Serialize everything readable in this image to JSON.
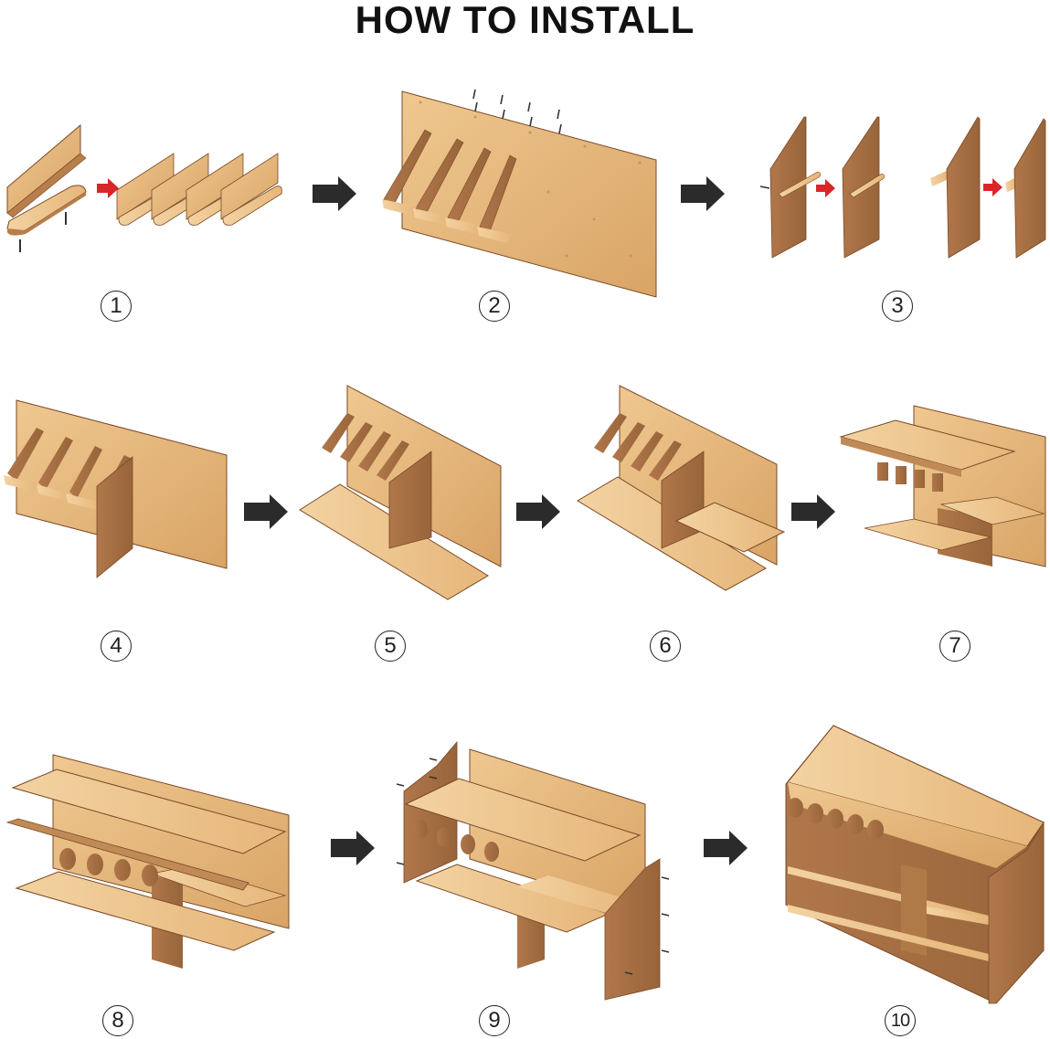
{
  "title": "HOW TO INSTALL",
  "steps": [
    {
      "label": "1"
    },
    {
      "label": "2"
    },
    {
      "label": "3"
    },
    {
      "label": "4"
    },
    {
      "label": "5"
    },
    {
      "label": "6"
    },
    {
      "label": "7"
    },
    {
      "label": "8"
    },
    {
      "label": "9"
    },
    {
      "label": "10"
    }
  ],
  "colors": {
    "wood_light": "#e9bd84",
    "wood_mid": "#d9a466",
    "wood_dark": "#a06a3f",
    "edge": "#7a4a28",
    "arrow_dark": "#2b2b2b",
    "arrow_red": "#d8262a"
  }
}
